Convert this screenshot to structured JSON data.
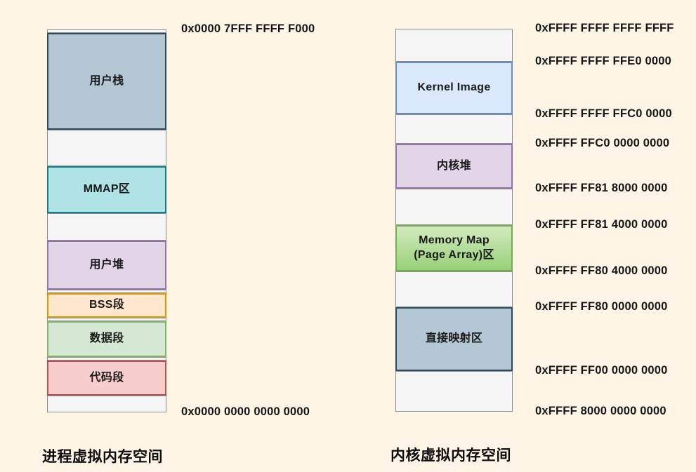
{
  "page": {
    "background": "#FEF5E7",
    "empty_block_fill": "#F5F5F5",
    "empty_block_stroke": "#8C8C8C"
  },
  "process_space": {
    "title": "进程虚拟内存空间",
    "addresses": [
      {
        "text": "0x0000 7FFF FFFF F000",
        "at_boundary": 0
      },
      {
        "text": "0x0000 0000 0000 0000",
        "at_boundary": 13
      }
    ],
    "segments": [
      {
        "label": "",
        "h": 5,
        "fill": "#F7F7F7",
        "stroke": "#8C8C8C"
      },
      {
        "label": "用户栈",
        "h": 138,
        "fill": "#B4C7D4",
        "stroke": "#2B4A60"
      },
      {
        "label": "",
        "h": 52,
        "fill": "#F5F5F5",
        "stroke": "#8C8C8C"
      },
      {
        "label": "MMAP区",
        "h": 67,
        "fill": "#B0E3E6",
        "stroke": "#0E8088"
      },
      {
        "label": "",
        "h": 39,
        "fill": "#F5F5F5",
        "stroke": "#8C8C8C"
      },
      {
        "label": "用户堆",
        "h": 70,
        "fill": "#E1D5E7",
        "stroke": "#9673A6"
      },
      {
        "label": "",
        "h": 5,
        "fill": "#F7F7F7",
        "stroke": "#8C8C8C"
      },
      {
        "label": "BSS段",
        "h": 35,
        "fill": "#FFE6CC",
        "stroke": "#D79B00"
      },
      {
        "label": "",
        "h": 5,
        "fill": "#F7F7F7",
        "stroke": "#8C8C8C"
      },
      {
        "label": "数据段",
        "h": 51,
        "fill": "#D5E8D4",
        "stroke": "#82B366"
      },
      {
        "label": "",
        "h": 5,
        "fill": "#F7F7F7",
        "stroke": "#8C8C8C"
      },
      {
        "label": "代码段",
        "h": 50,
        "fill": "#F8CECC",
        "stroke": "#B85450"
      },
      {
        "label": "",
        "h": 24,
        "fill": "#F5F5F5",
        "stroke": "#8C8C8C"
      }
    ]
  },
  "kernel_space": {
    "title": "内核虚拟内存空间",
    "addresses": [
      {
        "text": "0xFFFF FFFF FFFF FFFF",
        "at_boundary": 0
      },
      {
        "text": "0xFFFF FFFF FFE0 0000",
        "at_boundary": 1
      },
      {
        "text": "0xFFFF FFFF FFC0 0000",
        "at_boundary": 2
      },
      {
        "text": "0xFFFF FFC0 0000 0000",
        "at_boundary": 3
      },
      {
        "text": "0xFFFF FF81 8000 0000",
        "at_boundary": 4
      },
      {
        "text": "0xFFFF FF81 4000 0000",
        "at_boundary": 5
      },
      {
        "text": "0xFFFF FF80 4000 0000",
        "at_boundary": 6
      },
      {
        "text": "0xFFFF FF80 0000 0000",
        "at_boundary": 7
      },
      {
        "text": "0xFFFF FF00 0000 0000",
        "at_boundary": 8
      },
      {
        "text": "0xFFFF 8000 0000 0000",
        "at_boundary": 9
      }
    ],
    "segments": [
      {
        "label": "",
        "h": 47,
        "fill": "#F5F5F5",
        "stroke": "#8C8C8C"
      },
      {
        "label": "Kernel Image",
        "h": 75,
        "fill": "#DAE8FC",
        "stroke": "#6C8EBF"
      },
      {
        "label": "",
        "h": 42,
        "fill": "#F5F5F5",
        "stroke": "#8C8C8C"
      },
      {
        "label": "内核堆",
        "h": 64,
        "fill": "#E1D5E7",
        "stroke": "#9673A6"
      },
      {
        "label": "",
        "h": 52,
        "fill": "#F5F5F5",
        "stroke": "#8C8C8C"
      },
      {
        "label": "Memory Map\n(Page Array)区",
        "h": 66,
        "fill": "#D3EBBF",
        "fill2": "#97D077",
        "stroke": "#74AE52"
      },
      {
        "label": "",
        "h": 51,
        "fill": "#F5F5F5",
        "stroke": "#8C8C8C"
      },
      {
        "label": "直接映射区",
        "h": 91,
        "fill": "#B4C7D4",
        "stroke": "#2B4A60"
      },
      {
        "label": "",
        "h": 58,
        "fill": "#F5F5F5",
        "stroke": "#8C8C8C"
      }
    ]
  }
}
